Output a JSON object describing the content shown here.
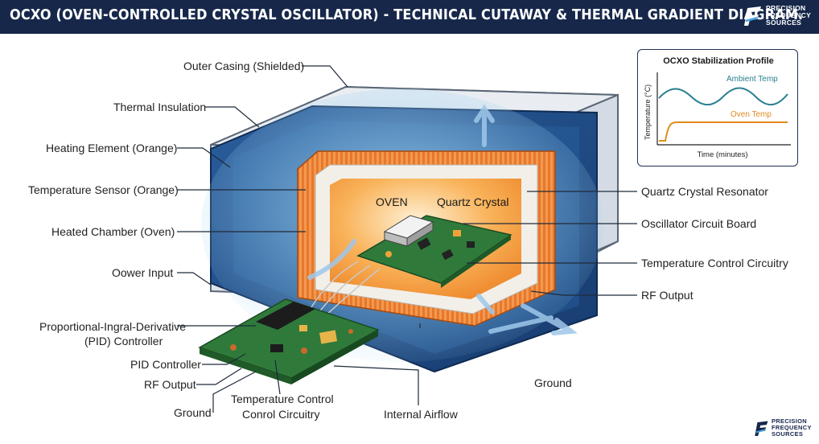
{
  "header": {
    "title": "OCXO (OVEN-CONTROLLED CRYSTAL OSCILLATOR) - TECHNICAL CUTAWAY & THERMAL GRADIENT DIAGRAM.",
    "logo_lines": [
      "PRECISION",
      "FREQUENCY",
      "SOURCES"
    ]
  },
  "footer_logo": {
    "lines": [
      "PRECISION",
      "FREQUENCY",
      "SOURCES"
    ]
  },
  "labels_left": [
    "Outer Casing (Shielded)",
    "Thermal Insulation",
    "Heating Element (Orange)",
    "Temperature Sensor (Orange)",
    "Heated Chamber  (Oven)",
    "Oower Input",
    "Proportional-Ingral-Derivative",
    "(PID) Controller",
    "PID Controller",
    "RF Output",
    "Ground"
  ],
  "labels_right": [
    "Quartz Crystal Resonator",
    "Oscillator Circuit Board",
    "Temperature  Control Circuitry",
    "RF Output",
    "Ground"
  ],
  "labels_bottom": [
    "Temperature Control",
    "Conrol Circuitry",
    "Internal Airflow"
  ],
  "labels_inner": [
    "OVEN",
    "Quartz Crystal"
  ],
  "inset": {
    "title": "OCXO Stabilization Profile",
    "y_label": "Temperature (°C)",
    "x_label": "Time (minutes)",
    "series": [
      "Ambient Temp",
      "Oven Temp"
    ]
  },
  "colors": {
    "header_bg": "#16274a",
    "casing": "#dfe4ea",
    "insulation": "#1d4a86",
    "heater": "#e8772e",
    "oven": "#f7a24a",
    "pcb": "#2f7a3a",
    "ambient_line": "#2a7f8f",
    "oven_line": "#e08a1e"
  }
}
